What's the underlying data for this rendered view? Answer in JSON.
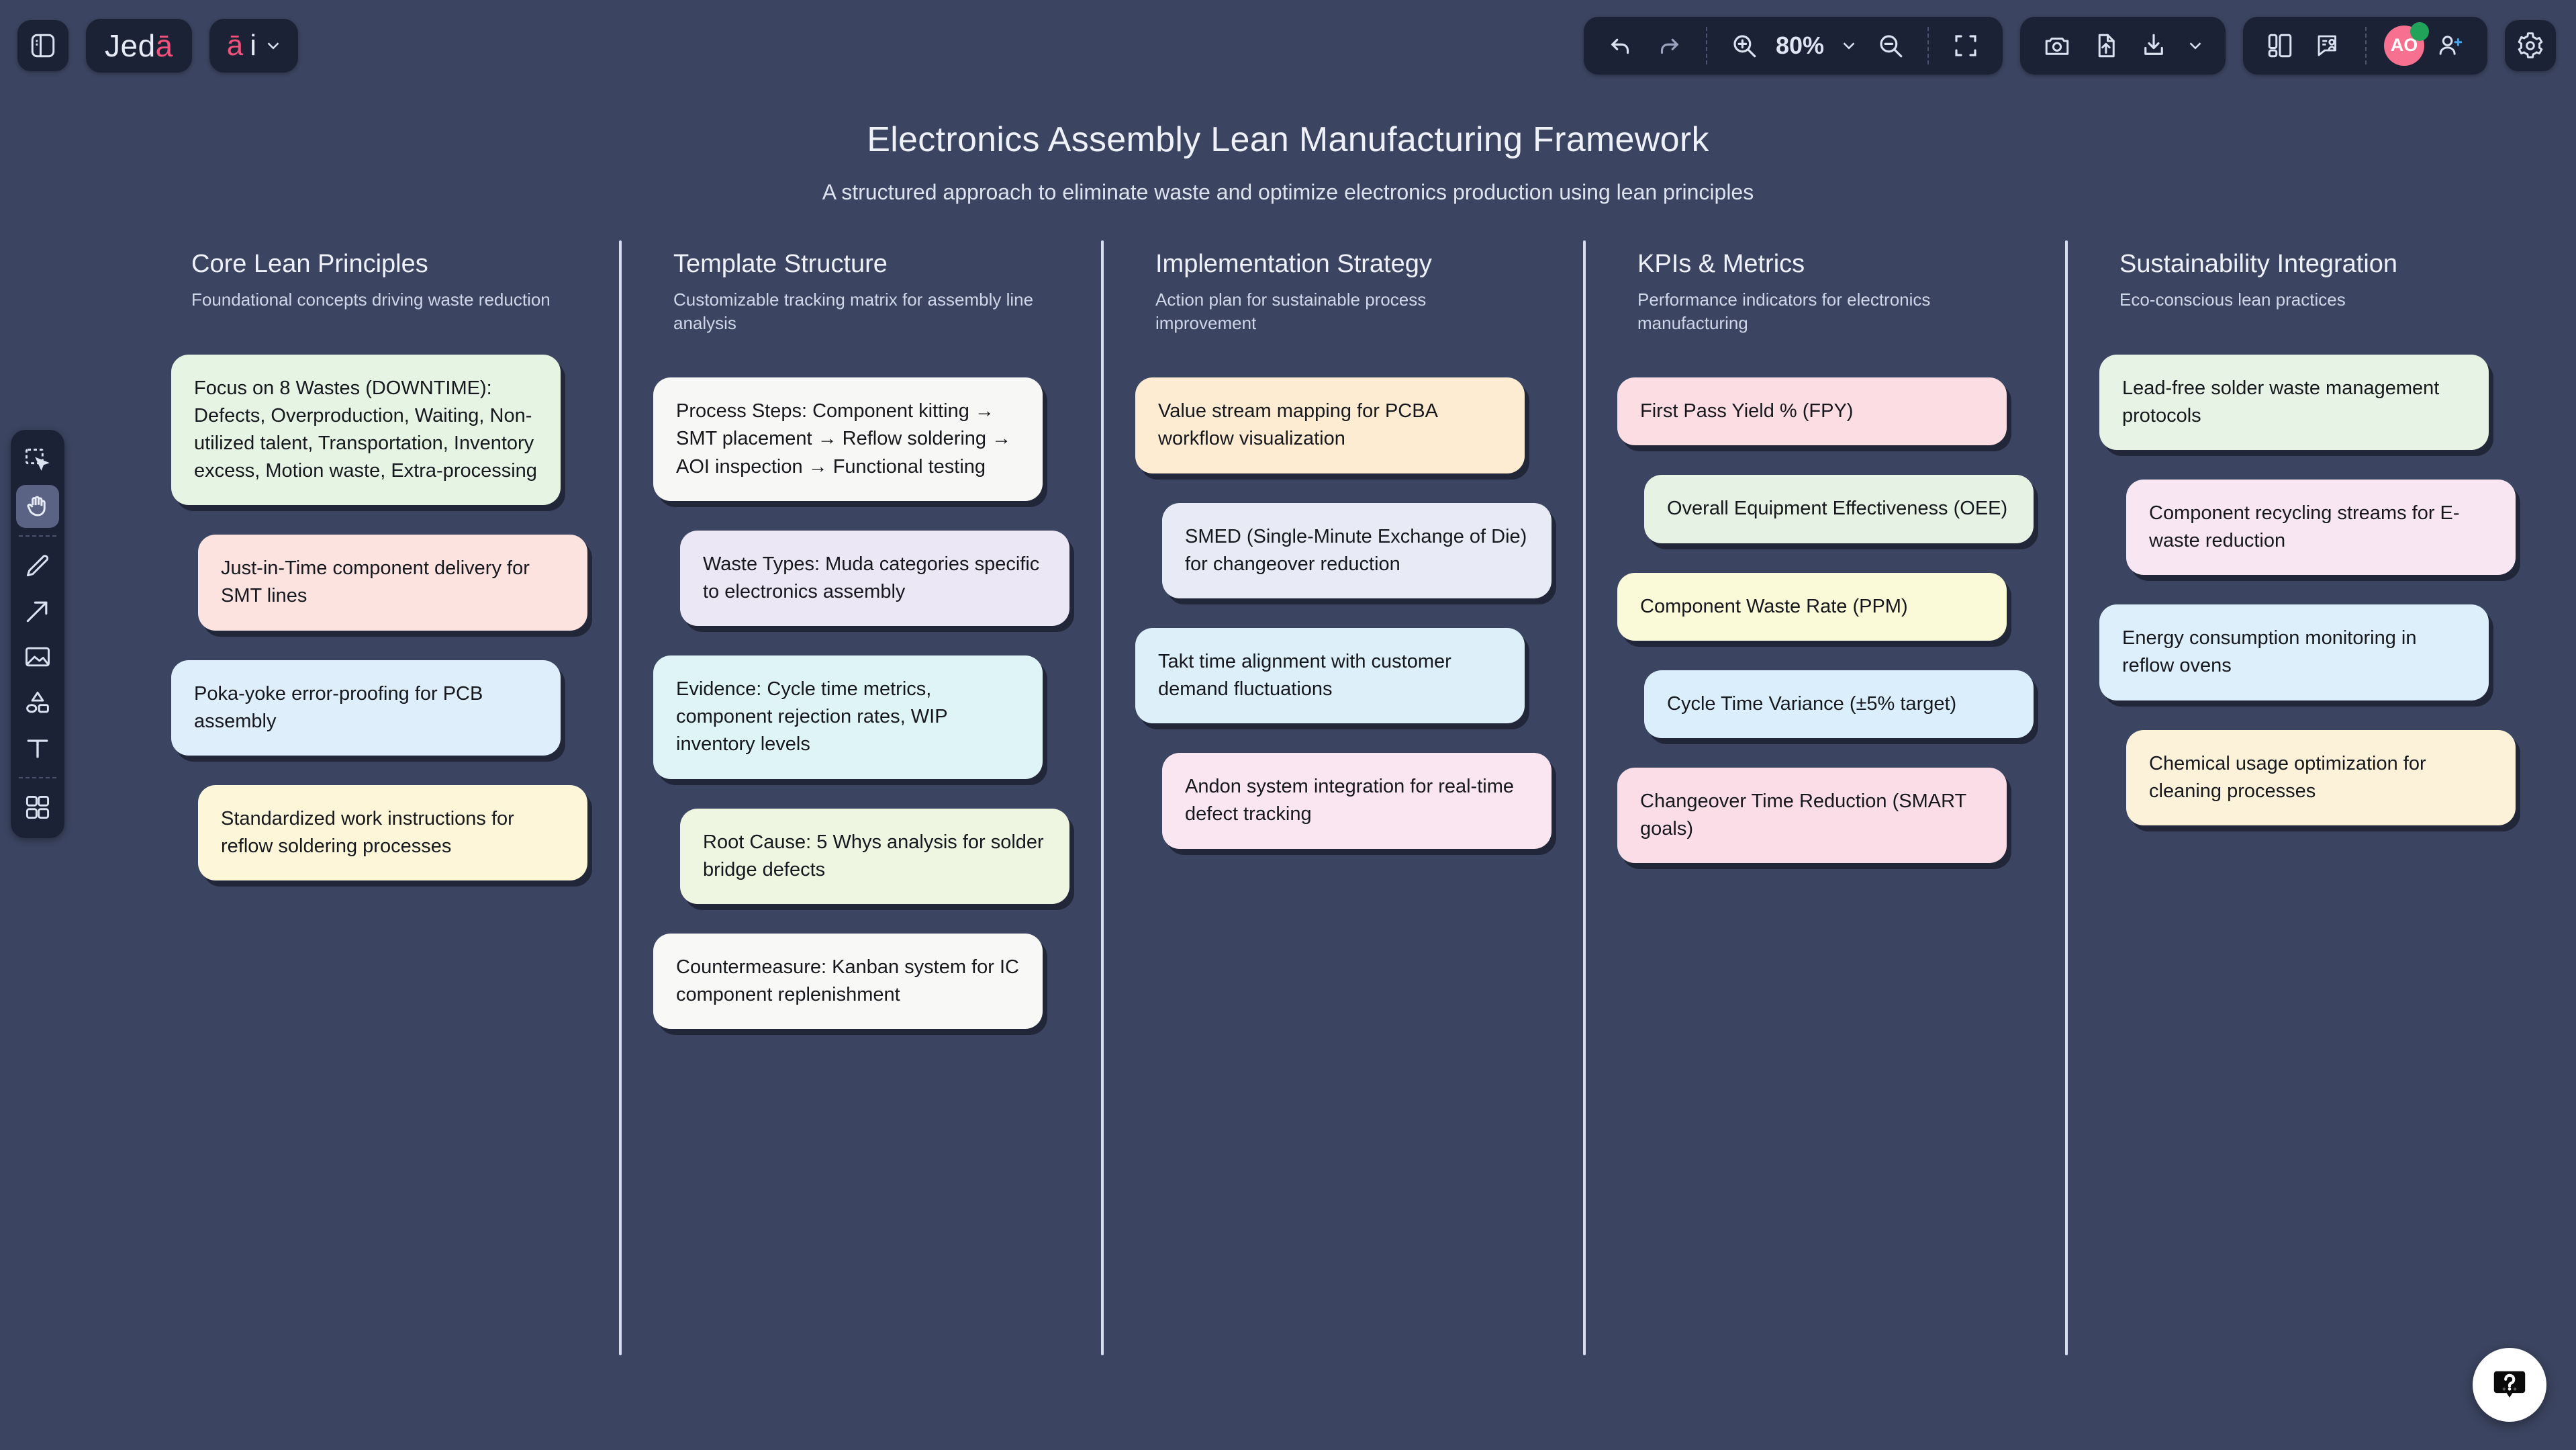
{
  "app": {
    "brand": "Jed",
    "brand_accent": "ā",
    "ai_label": "ā",
    "ai_label_suffix": "i",
    "accent_color": "#f4527c",
    "canvas_bg": "#3b4460",
    "panel_bg": "#1b2236"
  },
  "toolbar": {
    "undo": "Undo",
    "redo": "Redo",
    "zoom_in": "Zoom in",
    "zoom_level": "80%",
    "zoom_out": "Zoom out",
    "fit_screen": "Fit to screen",
    "screenshot": "Screenshot",
    "upload": "Upload",
    "download": "Download",
    "layout": "Layout",
    "present": "Present",
    "avatar_initials": "AO",
    "add_member": "Add member",
    "settings": "Settings"
  },
  "left_tools": [
    {
      "name": "select-tool",
      "label": "Select",
      "active": false
    },
    {
      "name": "hand-tool",
      "label": "Hand",
      "active": true
    },
    {
      "name": "pen-tool",
      "label": "Pen",
      "active": false
    },
    {
      "name": "arrow-tool",
      "label": "Arrow",
      "active": false
    },
    {
      "name": "image-tool",
      "label": "Image",
      "active": false
    },
    {
      "name": "shapes-tool",
      "label": "Shapes",
      "active": false
    },
    {
      "name": "text-tool",
      "label": "Text",
      "active": false
    },
    {
      "name": "templates-tool",
      "label": "Templates",
      "active": false
    }
  ],
  "board": {
    "title": "Electronics Assembly Lean Manufacturing Framework",
    "subtitle": "A structured approach to eliminate waste and optimize electronics production using lean principles",
    "columns": [
      {
        "title": "Core Lean Principles",
        "subtitle": "Foundational concepts driving waste reduction",
        "cards": [
          {
            "text": "Focus on 8 Wastes (DOWNTIME): Defects, Overproduction, Waiting, Non-utilized talent, Transportation, Inventory excess, Motion waste, Extra-processing",
            "color": "#e6f4e4"
          },
          {
            "text": "Just-in-Time component delivery for SMT lines",
            "color": "#fce3e0"
          },
          {
            "text": "Poka-yoke error-proofing for PCB assembly",
            "color": "#dfeefb"
          },
          {
            "text": "Standardized work instructions for reflow soldering processes",
            "color": "#fdf6d8"
          }
        ]
      },
      {
        "title": "Template Structure",
        "subtitle": "Customizable tracking matrix for assembly line analysis",
        "cards": [
          {
            "text": "Process Steps: Component kitting → SMT placement → Reflow soldering → AOI inspection → Functional testing",
            "color": "#f7f7f5"
          },
          {
            "text": "Waste Types: Muda categories specific to electronics assembly",
            "color": "#ece7f5"
          },
          {
            "text": "Evidence: Cycle time metrics, component rejection rates, WIP inventory levels",
            "color": "#dff4f6"
          },
          {
            "text": "Root Cause: 5 Whys analysis for solder bridge defects",
            "color": "#eef5e1"
          },
          {
            "text": "Countermeasure: Kanban system for IC component replenishment",
            "color": "#f8f8f6"
          }
        ]
      },
      {
        "title": "Implementation Strategy",
        "subtitle": "Action plan for sustainable process improvement",
        "cards": [
          {
            "text": "Value stream mapping for PCBA workflow visualization",
            "color": "#fdecd2"
          },
          {
            "text": "SMED (Single-Minute Exchange of Die) for changeover reduction",
            "color": "#e8ebf5"
          },
          {
            "text": "Takt time alignment with customer demand fluctuations",
            "color": "#ddf0fa"
          },
          {
            "text": "Andon system integration for real-time defect tracking",
            "color": "#fae6f0"
          }
        ]
      },
      {
        "title": "KPIs & Metrics",
        "subtitle": "Performance indicators for electronics manufacturing",
        "cards": [
          {
            "text": "First Pass Yield % (FPY)",
            "color": "#fcdde3"
          },
          {
            "text": "Overall Equipment Effectiveness (OEE)",
            "color": "#e6f2e4"
          },
          {
            "text": "Component Waste Rate (PPM)",
            "color": "#fbfad8"
          },
          {
            "text": "Cycle Time Variance (±5% target)",
            "color": "#dbeefb"
          },
          {
            "text": "Changeover Time Reduction (SMART goals)",
            "color": "#fbdde8"
          }
        ]
      },
      {
        "title": "Sustainability Integration",
        "subtitle": "Eco-conscious lean practices",
        "cards": [
          {
            "text": "Lead-free solder waste management protocols",
            "color": "#e6f3e5"
          },
          {
            "text": "Component recycling streams for E-waste reduction",
            "color": "#f9e6f3"
          },
          {
            "text": "Energy consumption monitoring in reflow ovens",
            "color": "#ddeffb"
          },
          {
            "text": "Chemical usage optimization for cleaning processes",
            "color": "#fcf2d9"
          }
        ]
      }
    ]
  },
  "help": {
    "label": "Help"
  }
}
